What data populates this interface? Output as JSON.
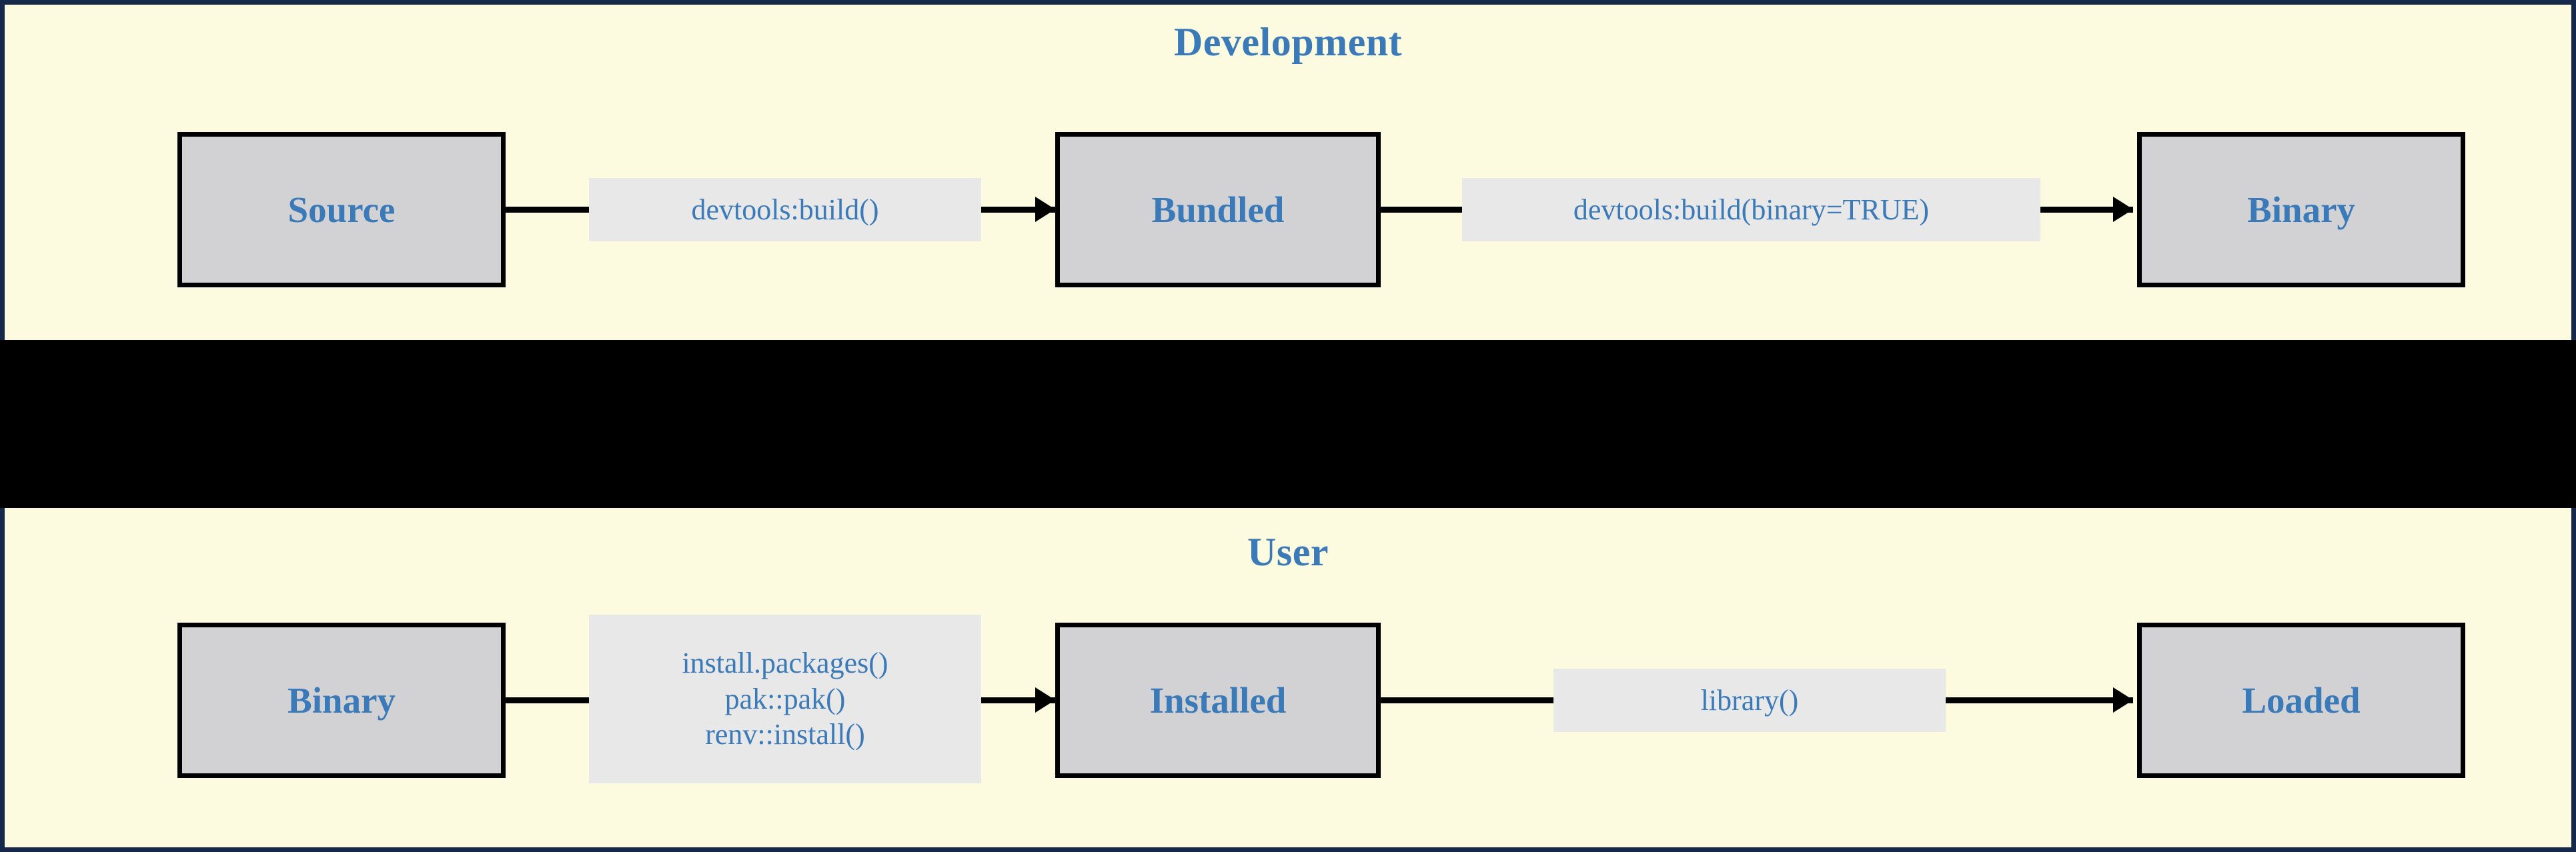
{
  "figure": {
    "background_color": "#17294a",
    "panel_color": "#fdfbdf",
    "band_color": "#000000",
    "node_fill": "#d2d2d4",
    "node_border": "#000000",
    "label_fill": "#e8e8e8",
    "text_color": "#3a7ab8"
  },
  "sections": [
    {
      "id": "development",
      "title": "Development",
      "nodes": [
        {
          "id": "source",
          "label": "Source"
        },
        {
          "id": "bundled",
          "label": "Bundled"
        },
        {
          "id": "binary",
          "label": "Binary"
        }
      ],
      "edges": [
        {
          "id": "source-to-bundled",
          "from": "source",
          "to": "bundled",
          "lines": [
            "devtools:build()"
          ]
        },
        {
          "id": "bundled-to-binary",
          "from": "bundled",
          "to": "binary",
          "lines": [
            "devtools:build(binary=TRUE)"
          ]
        }
      ]
    },
    {
      "id": "user",
      "title": "User",
      "nodes": [
        {
          "id": "binary",
          "label": "Binary"
        },
        {
          "id": "installed",
          "label": "Installed"
        },
        {
          "id": "loaded",
          "label": "Loaded"
        }
      ],
      "edges": [
        {
          "id": "binary-to-installed",
          "from": "binary",
          "to": "installed",
          "lines": [
            "install.packages()",
            "pak::pak()",
            "renv::install()"
          ]
        },
        {
          "id": "installed-to-loaded",
          "from": "installed",
          "to": "loaded",
          "lines": [
            "library()"
          ]
        }
      ]
    }
  ]
}
